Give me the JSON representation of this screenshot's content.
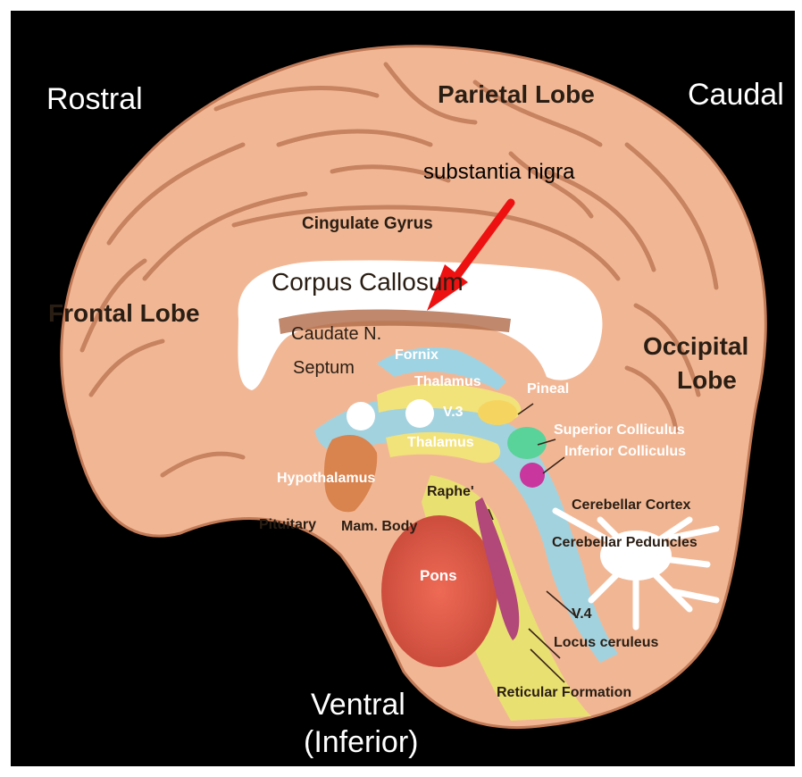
{
  "colors": {
    "background": "#000000",
    "brain": "#f1b795",
    "brain_shadow": "#c27a57",
    "white_matter": "#ffffff",
    "ventricle_blue": "#9ed3e3",
    "thalamus_yellow": "#f2e27a",
    "pons": "#e2604f",
    "raphe": "#b2477a",
    "pineal_green": "#59d39a",
    "inferior_colliculus": "#c9369e",
    "label_dark": "#2a1e14",
    "label_white": "#ffffff",
    "arrow_red": "#ee1111"
  },
  "orientation": {
    "rostral": "Rostral",
    "caudal": "Caudal",
    "ventral_line1": "Ventral",
    "ventral_line2": "(Inferior)"
  },
  "labels": {
    "parietal_lobe": "Parietal Lobe",
    "frontal_lobe": "Frontal Lobe",
    "occipital_line1": "Occipital",
    "occipital_line2": "Lobe",
    "cingulate_gyrus": "Cingulate Gyrus",
    "corpus_callosum": "Corpus Callosum",
    "caudate": "Caudate N.",
    "septum": "Septum",
    "fornix": "Fornix",
    "thalamus_upper": "Thalamus",
    "thalamus_lower": "Thalamus",
    "v3": "V.3",
    "pineal": "Pineal",
    "superior_colliculus": "Superior Colliculus",
    "inferior_colliculus": "Inferior Colliculus",
    "hypothalamus": "Hypothalamus",
    "raphe": "Raphe'",
    "pituitary": "Pituitary",
    "mam_body": "Mam. Body",
    "cerebellar_cortex": "Cerebellar Cortex",
    "cerebellar_peduncles": "Cerebellar Peduncles",
    "pons": "Pons",
    "v4": "V.4",
    "locus_ceruleus": "Locus ceruleus",
    "reticular_formation": "Reticular Formation"
  },
  "annotation": {
    "text": "substantia nigra"
  }
}
